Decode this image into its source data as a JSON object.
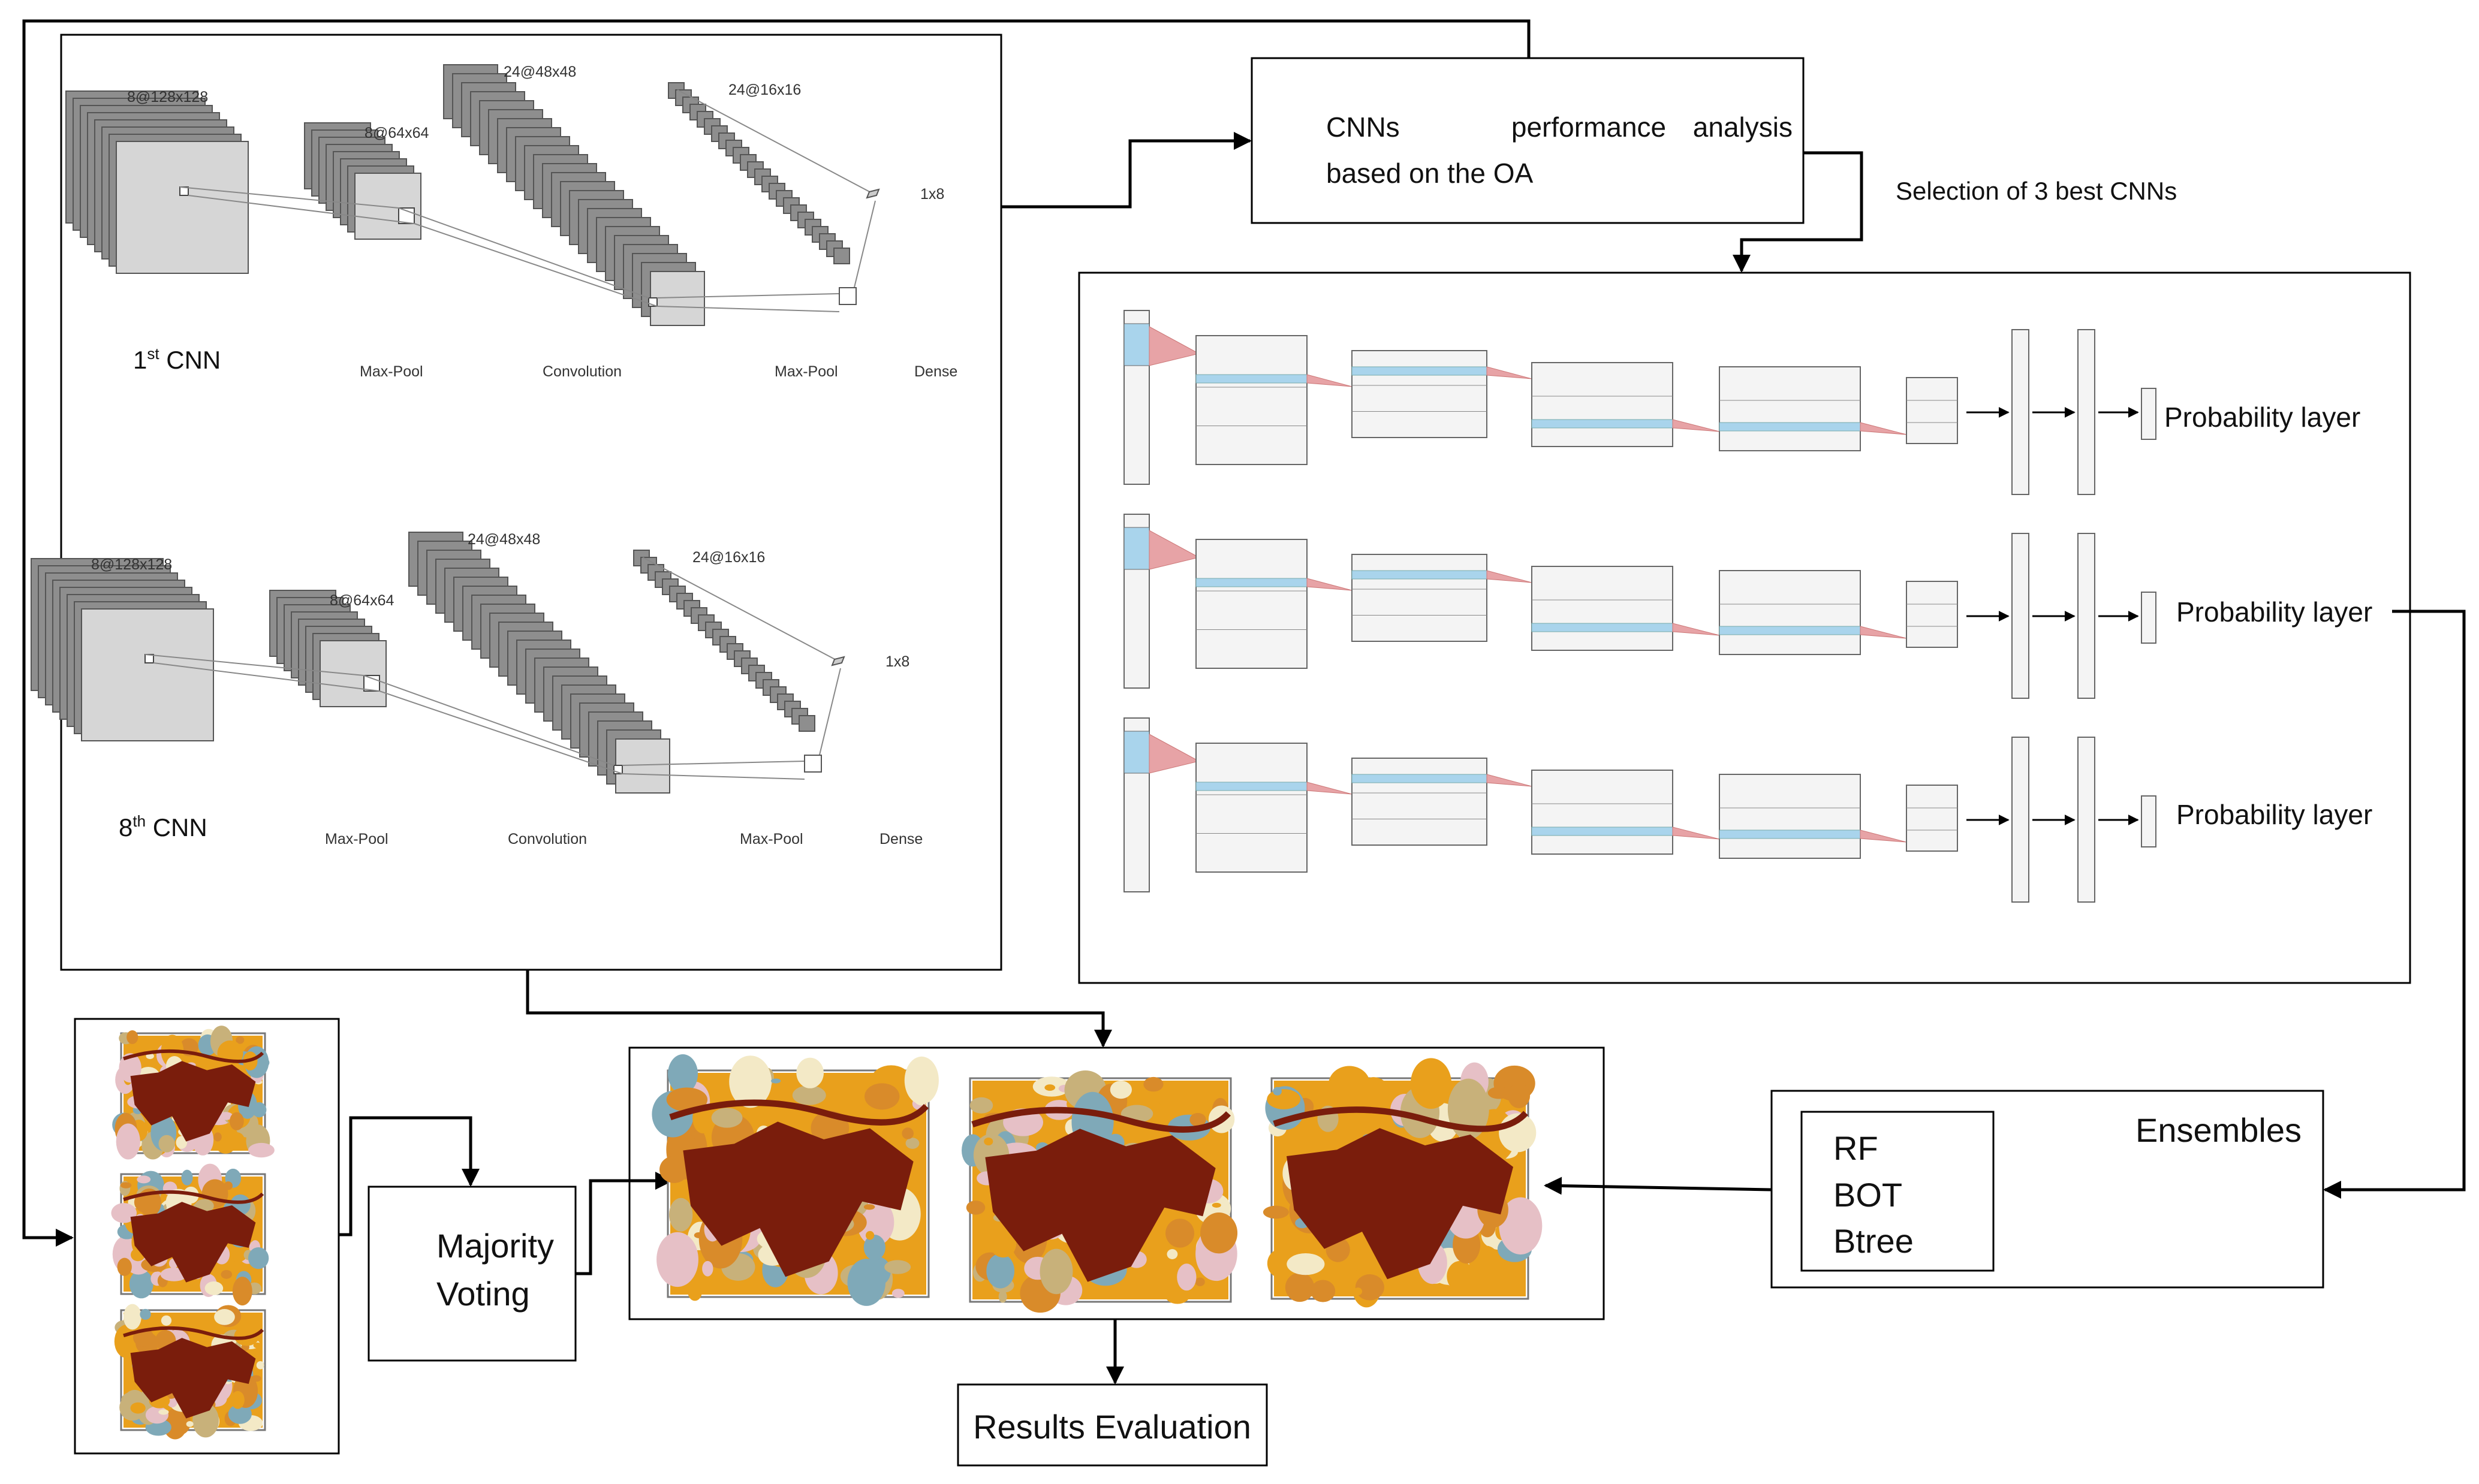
{
  "cnn_panel": {
    "first": {
      "title": "1st CNN",
      "title_base": "1",
      "title_sup": "st",
      "title_rest": " CNN",
      "input_shape": "8@128x128",
      "pool1_shape": "8@64x64",
      "conv_shape": "24@48x48",
      "pool2_shape": "24@16x16",
      "dense_shape": "1x8",
      "labels": [
        "Max-Pool",
        "Convolution",
        "Max-Pool",
        "Dense"
      ]
    },
    "eighth": {
      "title": "8th CNN",
      "title_base": "8",
      "title_sup": "th",
      "title_rest": " CNN",
      "input_shape": "8@128x128",
      "pool1_shape": "8@64x64",
      "conv_shape": "24@48x48",
      "pool2_shape": "24@16x16",
      "dense_shape": "1x8",
      "labels": [
        "Max-Pool",
        "Convolution",
        "Max-Pool",
        "Dense"
      ]
    }
  },
  "analysis_box": {
    "line1_words": [
      "CNNs",
      "performance",
      "analysis"
    ],
    "line2": "based on the OA"
  },
  "selection_label": "Selection of 3 best CNNs",
  "probability_label": "Probability layer",
  "majority_voting": {
    "line1": "Majority",
    "line2": "Voting"
  },
  "ensembles": {
    "title": "Ensembles",
    "items": [
      "RF",
      "BOT",
      "Btree"
    ]
  },
  "results_label": "Results Evaluation",
  "colors": {
    "map_brown": "#7a1d0c",
    "map_orange": "#e9a01c",
    "map_cream": "#f3e9c6",
    "highlight_blue": "#a9d4ec",
    "highlight_pink": "#e7a3a6",
    "layer_gray": "#9a9a9a"
  }
}
